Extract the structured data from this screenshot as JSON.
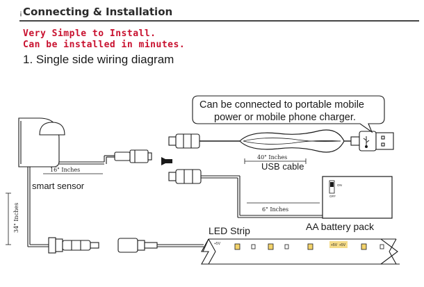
{
  "header": {
    "mark": "¡",
    "title": "Connecting & Installation"
  },
  "taglines": [
    "Very Simple to Install.",
    "Can be installed in minutes."
  ],
  "subheading": "1. Single side wiring diagram",
  "callout": {
    "line1": "Can be connected to portable mobile",
    "line2": "power or mobile phone charger."
  },
  "labels": {
    "sensor_cable_length": "16\" Inches",
    "smart_sensor": "smart sensor",
    "vertical_cable_length": "34\" Inches",
    "usb_cable_length": "40\" Inches",
    "usb_cable": "USB cable",
    "battery_cable_length": "6\" Inches",
    "battery_pack": "AA battery pack",
    "led_strip": "LED Strip",
    "switch_on": "ON",
    "switch_off": "OFF",
    "strip_plus_1": "+5V",
    "strip_plus_2": "+5V",
    "strip_plus_3": "+5V"
  },
  "colors": {
    "title_red": "#c8102e",
    "line_dark": "#1a1a1a",
    "led_yellow": "#f3d36b"
  },
  "icons": [
    "arrow-left-icon",
    "usb-symbol-icon",
    "battery-switch-icon"
  ]
}
